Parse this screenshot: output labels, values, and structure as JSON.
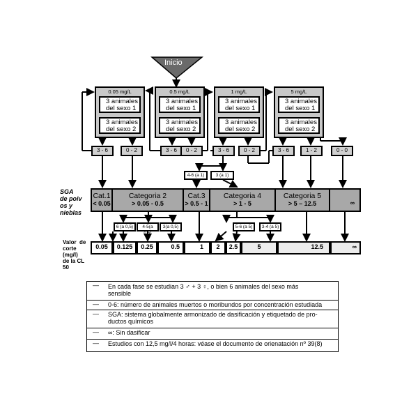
{
  "start": {
    "label": "Inicio"
  },
  "concentrations": [
    {
      "title": "0.05 mg/L",
      "animals": [
        "3 animales\ndel sexo 1",
        "3 animales\ndel sexo 2"
      ]
    },
    {
      "title": "0.5 mg/L",
      "animals": [
        "3 animales\ndel sexo 1",
        "3 animales\ndel sexo 2"
      ]
    },
    {
      "title": "1  mg/L",
      "animals": [
        "3 animales\ndel sexo 1",
        "3 animales\ndel sexo 2"
      ]
    },
    {
      "title": "5 mg/L",
      "animals": [
        "3 animales\ndel sexo 1",
        "3 animales\ndel sexo 2"
      ]
    }
  ],
  "results": [
    "3 - 6",
    "0 - 2",
    "3 - 6",
    "0 - 2",
    "3 - 6",
    "0 - 2",
    "3 - 6",
    "1 - 2",
    "0 - 0"
  ],
  "sub_results_top": [
    "4-6 (a 1)",
    "3 (a 1)"
  ],
  "sga_label": "SGA\nde poiv\nos y\nnieblas",
  "categories": [
    {
      "name": "Cat.1",
      "range": "< 0.05"
    },
    {
      "name": "Categoria  2",
      "range": "> 0.05 -  0.5"
    },
    {
      "name": "Cat.3",
      "range": "> 0.5 - 1"
    },
    {
      "name": "Categoria 4",
      "range": "> 1 - 5"
    },
    {
      "name": "Categoria 5",
      "range": "> 5 – 12.5"
    },
    {
      "name": "",
      "range": "∞"
    }
  ],
  "sub_results_bottom": [
    "6 (a 0,5)",
    "4-5(a 0,5)",
    "3(a 0,5)",
    "5-6 (a 5)",
    "3-4 (a 5)"
  ],
  "cutoff_label": "Valor  de\ncorte\n(mg/l)\nde la CL\n50",
  "cutoffs": [
    "0.05",
    "0.125",
    "0.25",
    "0.5",
    "1",
    "2",
    "2.5",
    "5",
    "12.5",
    "∞"
  ],
  "legend": [
    "En cada fase se estudian 3 ♂ + 3 ♀, o bien 6 animales del sexo más\nsensible",
    "0-6: número de animales muertos o moribundos por concentración estudiada",
    "SGA: sistema globalmente armonizado de dasificación y etiquetado de pro-\nductos químicos",
    "∞: Sin dasificar",
    "Estudios con 12,5 mg/l/4 horas: véase el documento de orienatación nº 39(8)"
  ],
  "legend_dash": "—"
}
